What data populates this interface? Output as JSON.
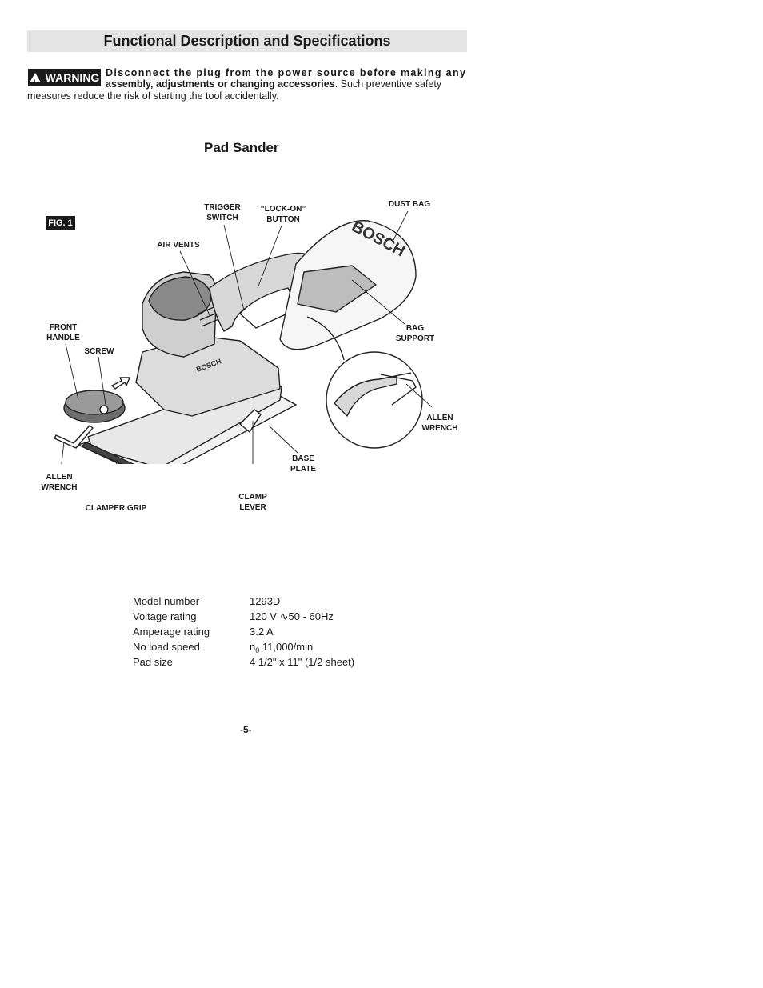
{
  "header": {
    "title": "Functional Description and Specifications"
  },
  "warning": {
    "badge": "WARNING",
    "bold_lead": "Disconnect the plug from the power source before making any",
    "bold_tail": "assembly, adjustments or changing accessories",
    "text_tail": ".  Such preventive safety",
    "text_line3": "measures reduce the risk of starting the tool accidentally."
  },
  "figure": {
    "title": "Pad Sander",
    "fig_label": "FIG. 1",
    "labels": {
      "trigger_switch": [
        "TRIGGER",
        "SWITCH"
      ],
      "lock_on_button": [
        "“LOCK-ON”",
        "BUTTON"
      ],
      "dust_bag": "DUST BAG",
      "air_vents": "AIR VENTS",
      "front_handle": [
        "FRONT",
        "HANDLE"
      ],
      "screw": "SCREW",
      "bag_support": [
        "BAG",
        "SUPPORT"
      ],
      "allen_wrench_right": [
        "ALLEN",
        "WRENCH"
      ],
      "base_plate": [
        "BASE",
        "PLATE"
      ],
      "allen_wrench_left": [
        "ALLEN",
        "WRENCH"
      ],
      "clamp_lever": [
        "CLAMP",
        "LEVER"
      ],
      "clamper_grip": "CLAMPER GRIP"
    },
    "brand_text": "BOSCH"
  },
  "specs": [
    {
      "label": "Model number",
      "value": "1293D"
    },
    {
      "label": "Voltage rating",
      "value_pre": "120 V ",
      "ac_symbol": "∿",
      "value_post": "50 - 60Hz"
    },
    {
      "label": "Amperage rating",
      "value": "3.2 A"
    },
    {
      "label": "No load speed",
      "value_pre": "n",
      "subscript": "0",
      "value_post": " 11,000/min"
    },
    {
      "label": "Pad size",
      "value": "4 1/2\" x 11\" (1/2 sheet)"
    }
  ],
  "page_number": "-5-"
}
